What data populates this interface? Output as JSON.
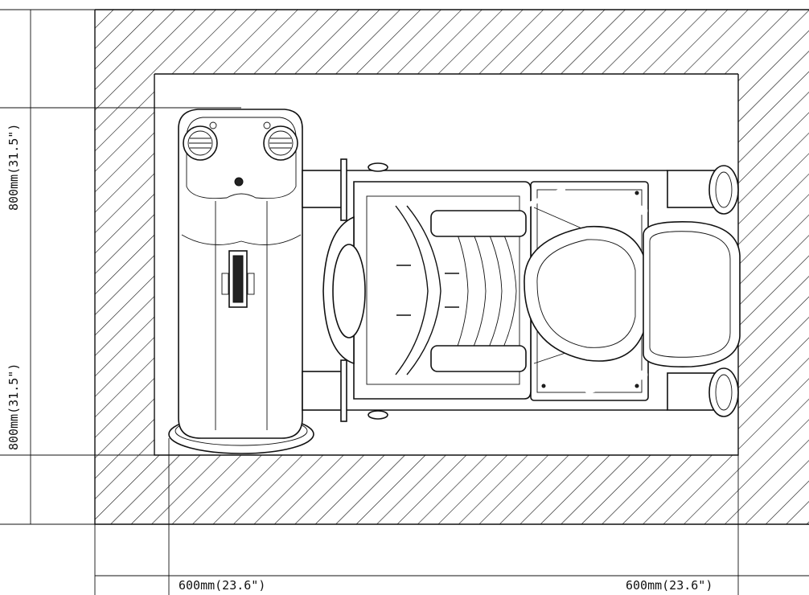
{
  "dimensions": {
    "left_upper": "800mm(31.5\")",
    "left_lower": "800mm(31.5\")",
    "bottom_left": "600mm(23.6\")",
    "bottom_right": "600mm(23.6\")"
  }
}
